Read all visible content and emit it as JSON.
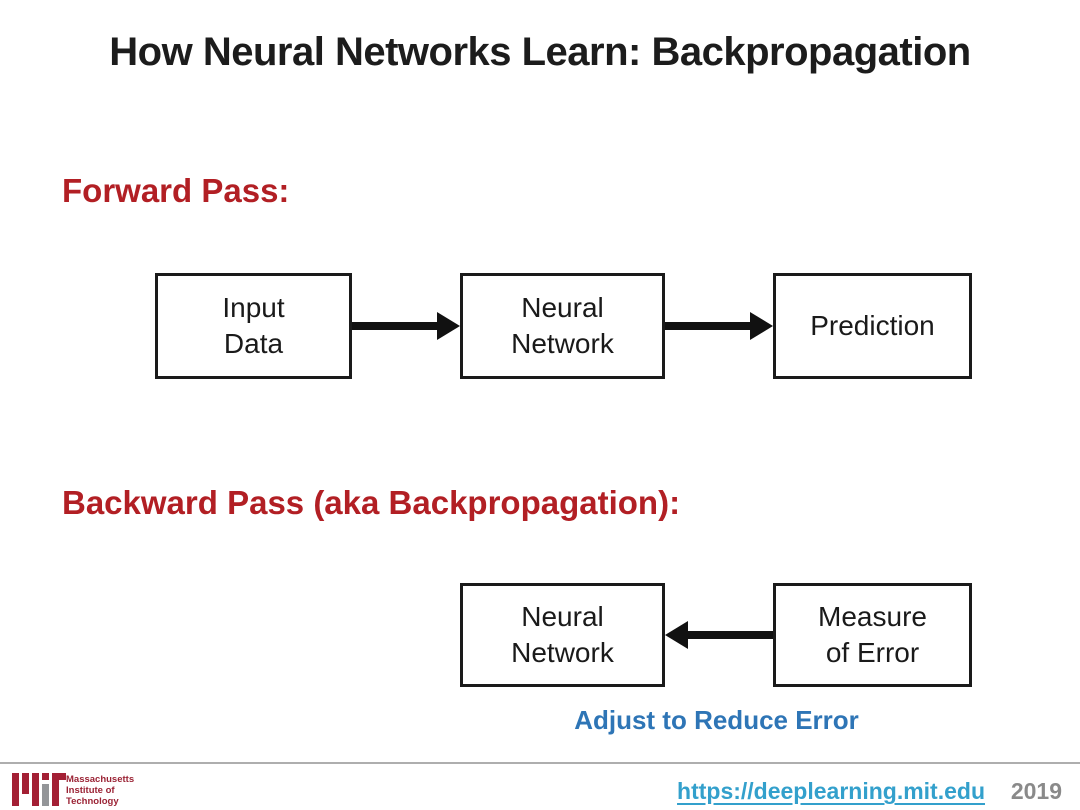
{
  "title": "How Neural Networks Learn: Backpropagation",
  "colors": {
    "heading_red": "#b21f24",
    "caption_blue": "#2e75b6",
    "link_blue": "#33a0cc",
    "year_gray": "#8a8a8a",
    "mit_red": "#a31f34",
    "mit_gray": "#939598",
    "box_border_black": "#1a1a1a"
  },
  "forward": {
    "heading": "Forward Pass:",
    "boxes": [
      {
        "lines": [
          "Input",
          "Data"
        ]
      },
      {
        "lines": [
          "Neural",
          "Network"
        ]
      },
      {
        "lines": [
          "Prediction"
        ]
      }
    ]
  },
  "backward": {
    "heading": "Backward Pass (aka Backpropagation):",
    "boxes": [
      {
        "lines": [
          "Neural",
          "Network"
        ]
      },
      {
        "lines": [
          "Measure",
          "of Error"
        ]
      }
    ],
    "caption": "Adjust to Reduce Error"
  },
  "footer": {
    "institution_lines": [
      "Massachusetts",
      "Institute of",
      "Technology"
    ],
    "link": "https://deeplearning.mit.edu",
    "year": "2019"
  }
}
